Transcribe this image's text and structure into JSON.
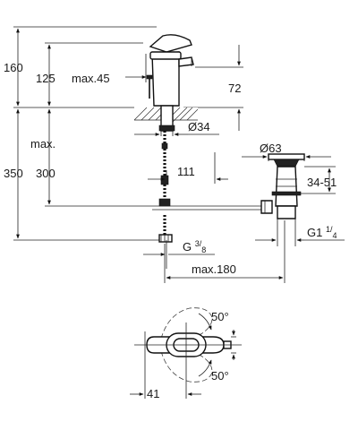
{
  "dimensions": {
    "height_total_upper": "160",
    "spout_height": "125",
    "reach": "max.45",
    "lever_height": "72",
    "hole_diameter": "Ø34",
    "max_label": "max.",
    "total_height_lower": "350",
    "hose_length": "300",
    "waste_offset": "111",
    "waste_diameter": "Ø63",
    "waste_range": "34-51",
    "waste_thread_prefix": "G1",
    "waste_thread_num": "1",
    "waste_thread_den": "4",
    "inlet_thread_prefix": "G",
    "inlet_thread_num": "3",
    "inlet_thread_den": "8",
    "max_projection": "max.180",
    "angle_top": "50°",
    "angle_bottom": "50°",
    "base_offset": "41"
  }
}
